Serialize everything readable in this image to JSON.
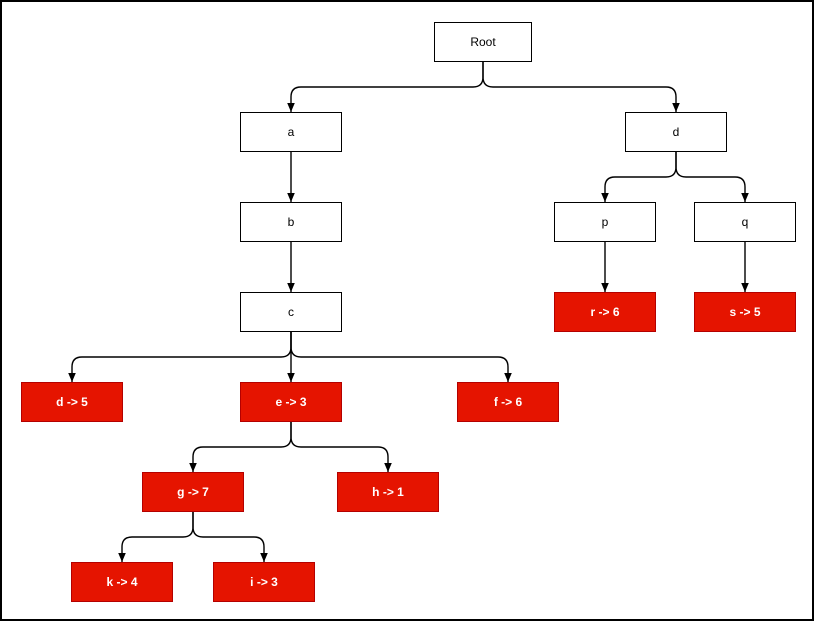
{
  "diagram": {
    "type": "tree",
    "colors": {
      "internal_fill": "#ffffff",
      "internal_border": "#000000",
      "internal_text": "#000000",
      "leaf_fill": "#e51400",
      "leaf_border": "#b40000",
      "leaf_text": "#ffffff",
      "edge": "#000000",
      "background": "#ffffff",
      "frame_border": "#000000"
    },
    "nodes": {
      "root": {
        "label": "Root",
        "type": "internal"
      },
      "a": {
        "label": "a",
        "type": "internal"
      },
      "b": {
        "label": "b",
        "type": "internal"
      },
      "c": {
        "label": "c",
        "type": "internal"
      },
      "d": {
        "label": "d",
        "type": "internal"
      },
      "p": {
        "label": "p",
        "type": "internal"
      },
      "q": {
        "label": "q",
        "type": "internal"
      },
      "d_leaf": {
        "label": "d -> 5",
        "type": "leaf",
        "key": "d",
        "value": 5
      },
      "e_leaf": {
        "label": "e -> 3",
        "type": "leaf",
        "key": "e",
        "value": 3
      },
      "f_leaf": {
        "label": "f -> 6",
        "type": "leaf",
        "key": "f",
        "value": 6
      },
      "g_leaf": {
        "label": "g -> 7",
        "type": "leaf",
        "key": "g",
        "value": 7
      },
      "h_leaf": {
        "label": "h -> 1",
        "type": "leaf",
        "key": "h",
        "value": 1
      },
      "k_leaf": {
        "label": "k -> 4",
        "type": "leaf",
        "key": "k",
        "value": 4
      },
      "i_leaf": {
        "label": "i -> 3",
        "type": "leaf",
        "key": "i",
        "value": 3
      },
      "r_leaf": {
        "label": "r -> 6",
        "type": "leaf",
        "key": "r",
        "value": 6
      },
      "s_leaf": {
        "label": "s -> 5",
        "type": "leaf",
        "key": "s",
        "value": 5
      }
    },
    "edges": [
      {
        "from": "root",
        "to": "a"
      },
      {
        "from": "root",
        "to": "d"
      },
      {
        "from": "a",
        "to": "b"
      },
      {
        "from": "b",
        "to": "c"
      },
      {
        "from": "c",
        "to": "d_leaf"
      },
      {
        "from": "c",
        "to": "e_leaf"
      },
      {
        "from": "c",
        "to": "f_leaf"
      },
      {
        "from": "e_leaf",
        "to": "g_leaf"
      },
      {
        "from": "e_leaf",
        "to": "h_leaf"
      },
      {
        "from": "g_leaf",
        "to": "k_leaf"
      },
      {
        "from": "g_leaf",
        "to": "i_leaf"
      },
      {
        "from": "d",
        "to": "p"
      },
      {
        "from": "d",
        "to": "q"
      },
      {
        "from": "p",
        "to": "r_leaf"
      },
      {
        "from": "q",
        "to": "s_leaf"
      }
    ]
  }
}
